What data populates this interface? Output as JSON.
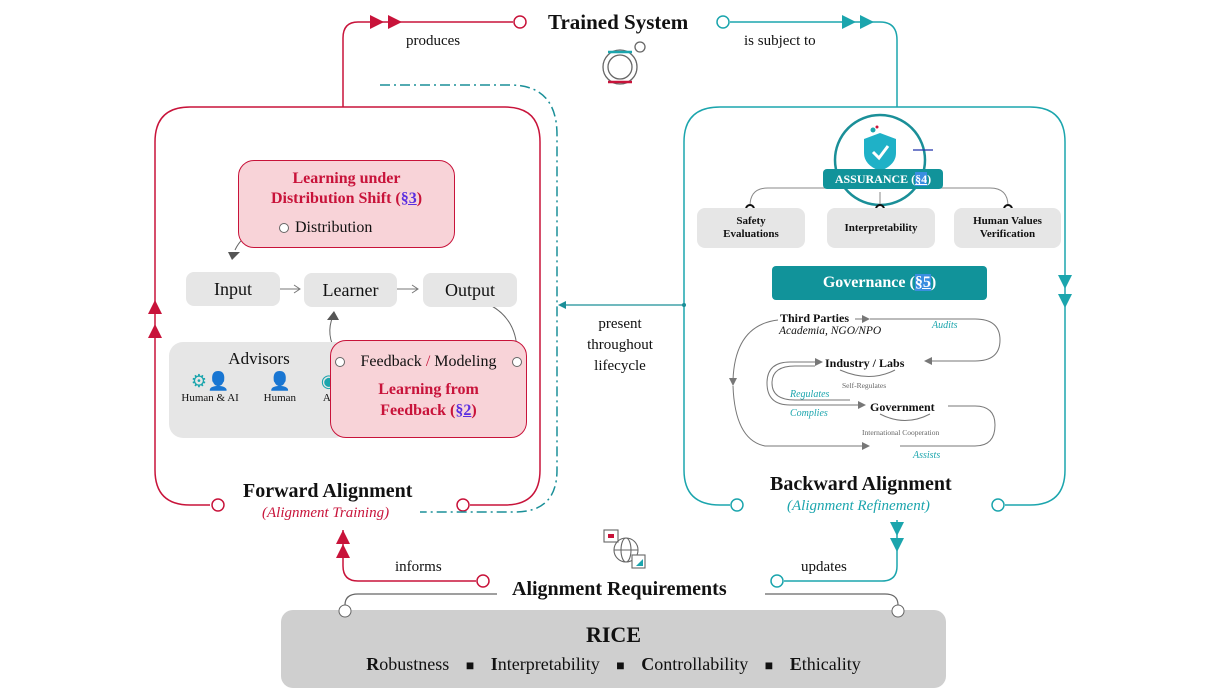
{
  "top": {
    "title": "Trained System",
    "left_edge_label": "produces",
    "right_edge_label": "is subject to"
  },
  "forward": {
    "title": "Forward Alignment",
    "subtitle": "(Alignment Training)",
    "distribution_shift": {
      "title_line1": "Learning under",
      "title_line2": "Distribution Shift (",
      "section": "§3",
      "close": ")",
      "node": "Distribution"
    },
    "pipeline": [
      "Input",
      "Learner",
      "Output"
    ],
    "advisors": {
      "title": "Advisors",
      "items": [
        "Human & AI",
        "Human",
        "AI"
      ]
    },
    "feedback": {
      "node_left": "Feedback",
      "separator": "/",
      "node_right": "Modeling",
      "title_line1": "Learning from",
      "title_line2": "Feedback (",
      "section": "§2",
      "close": ")"
    }
  },
  "middle": {
    "label_line1": "present",
    "label_line2": "throughout",
    "label_line3": "lifecycle"
  },
  "backward": {
    "title": "Backward Alignment",
    "subtitle": "(Alignment Refinement)",
    "assurance": {
      "label": "ASSURANCE (",
      "section": "§4",
      "close": ")",
      "items": [
        {
          "line1": "Safety",
          "line2": "Evaluations"
        },
        {
          "line1": "Interpretability",
          "line2": ""
        },
        {
          "line1": "Human Values",
          "line2": "Verification"
        }
      ]
    },
    "governance": {
      "label": "Governance (",
      "section": "§5",
      "close": ")",
      "third_parties": "Third Parties",
      "third_parties_sub": "Academia, NGO/NPO",
      "industry": "Industry / Labs",
      "self_regulates": "Self-Regulates",
      "government": "Government",
      "intl": "International Cooperation",
      "audits": "Audits",
      "regulates": "Regulates",
      "complies": "Complies",
      "assists": "Assists"
    }
  },
  "bottom": {
    "left_edge_label": "informs",
    "right_edge_label": "updates",
    "title": "Alignment Requirements",
    "rice_title": "RICE",
    "rice_items": [
      {
        "initial": "R",
        "rest": "obustness"
      },
      {
        "initial": "I",
        "rest": "nterpretability"
      },
      {
        "initial": "C",
        "rest": "ontrollability"
      },
      {
        "initial": "E",
        "rest": "thicality"
      }
    ],
    "separator": "■"
  },
  "colors": {
    "forward_red": "#c8133a",
    "backward_teal": "#1ba5ad",
    "teal_dark": "#11939a",
    "pink_fill": "#f8d3d8",
    "gray_fill": "#e6e6e6",
    "rice_fill": "#cfcfcf"
  }
}
